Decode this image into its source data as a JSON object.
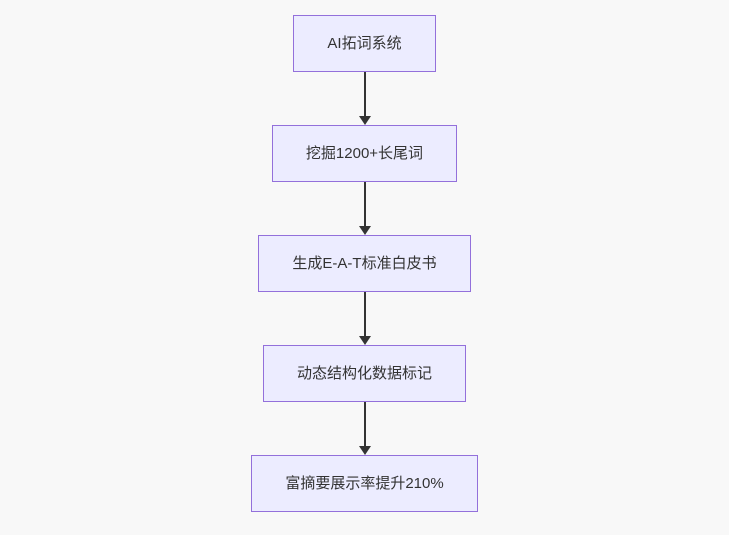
{
  "diagram": {
    "type": "flowchart",
    "direction": "top-down",
    "nodes": [
      {
        "id": "n1",
        "label": "AI拓词系统"
      },
      {
        "id": "n2",
        "label": "挖掘1200+长尾词"
      },
      {
        "id": "n3",
        "label": "生成E-A-T标准白皮书"
      },
      {
        "id": "n4",
        "label": "动态结构化数据标记"
      },
      {
        "id": "n5",
        "label": "富摘要展示率提升210%"
      }
    ],
    "edges": [
      {
        "from": "n1",
        "to": "n2"
      },
      {
        "from": "n2",
        "to": "n3"
      },
      {
        "from": "n3",
        "to": "n4"
      },
      {
        "from": "n4",
        "to": "n5"
      }
    ],
    "colors": {
      "node_fill": "#ECECFF",
      "node_border": "#9370DB",
      "node_text": "#333333",
      "arrow": "#333333",
      "background": "#f8f8f8"
    }
  }
}
